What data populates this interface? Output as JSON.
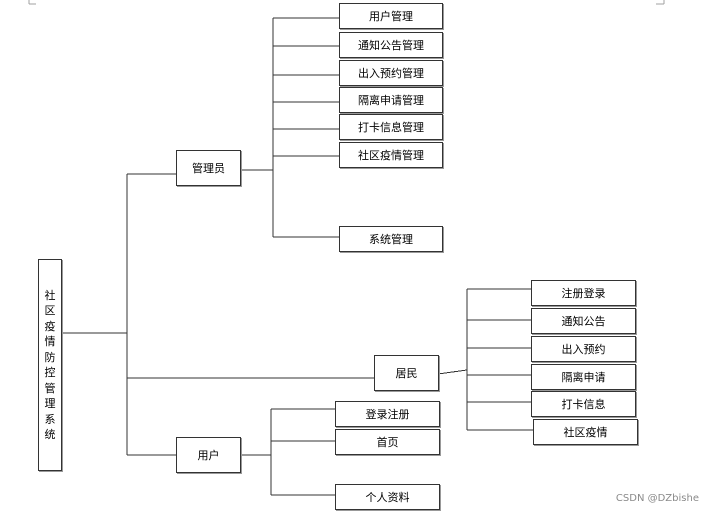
{
  "root": {
    "label": "社区疫情防控管理系统"
  },
  "admin": {
    "label": "管理员",
    "children": [
      "用户管理",
      "通知公告管理",
      "出入预约管理",
      "隔离申请管理",
      "打卡信息管理",
      "社区疫情管理",
      "系统管理"
    ]
  },
  "resident": {
    "label": "居民",
    "children": [
      "注册登录",
      "通知公告",
      "出入预约",
      "隔离申请",
      "打卡信息",
      "社区疫情"
    ]
  },
  "user": {
    "label": "用户",
    "children": [
      "登录注册",
      "首页",
      "个人资料"
    ]
  },
  "watermark": "CSDN @DZbishe"
}
